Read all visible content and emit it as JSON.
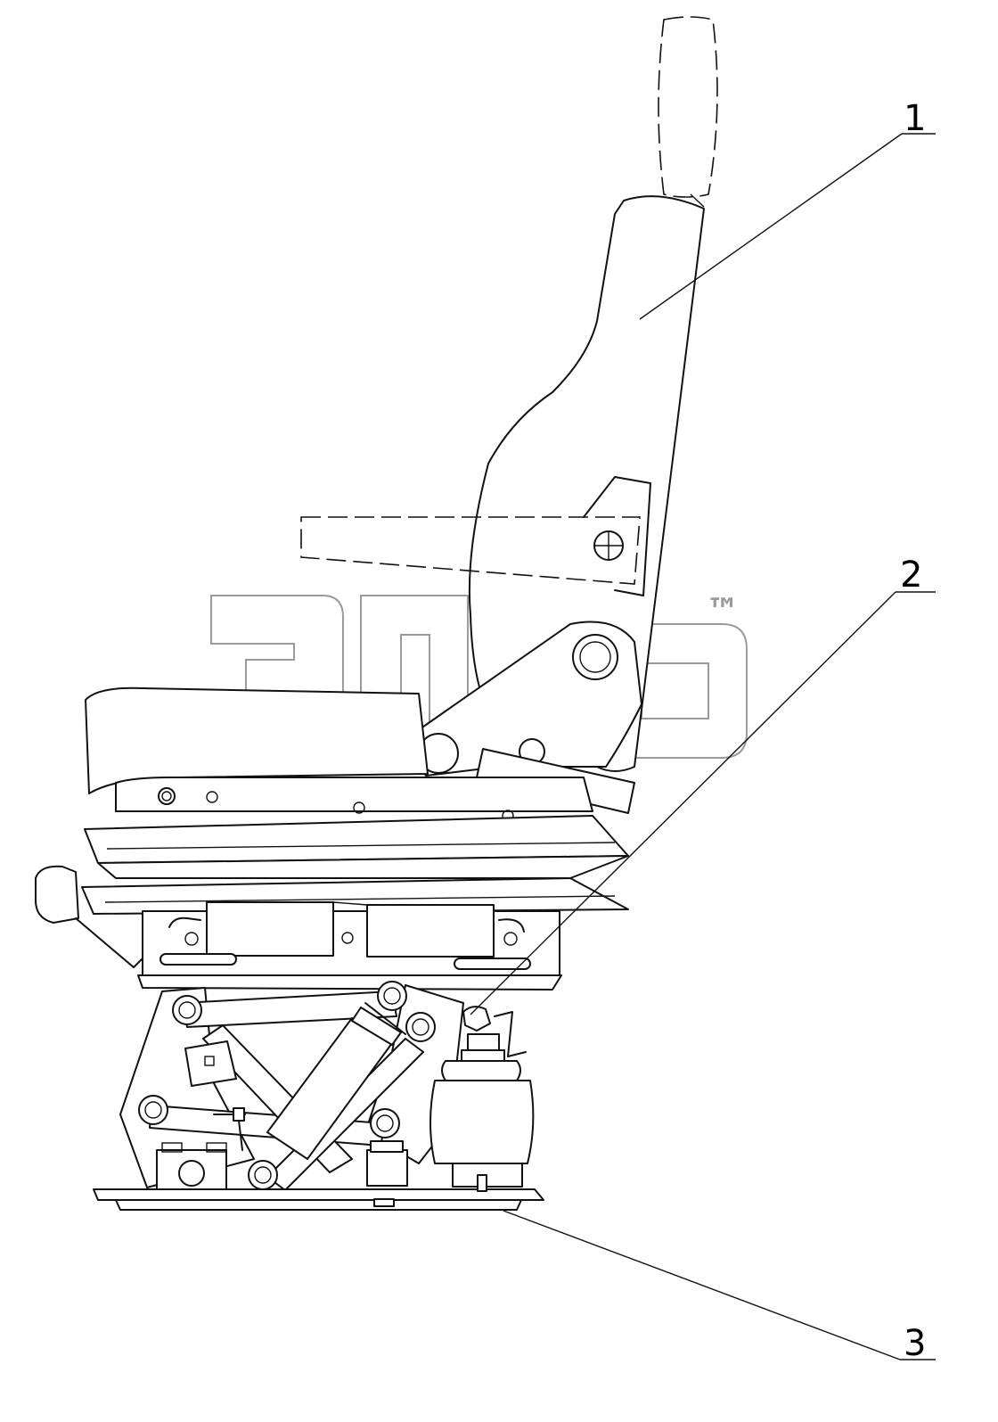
{
  "diagram": {
    "callouts": [
      {
        "number": "1",
        "part": "backrest"
      },
      {
        "number": "2",
        "part": "air-valve"
      },
      {
        "number": "3",
        "part": "base-plate"
      }
    ],
    "watermark": {
      "trademark": "™"
    }
  }
}
